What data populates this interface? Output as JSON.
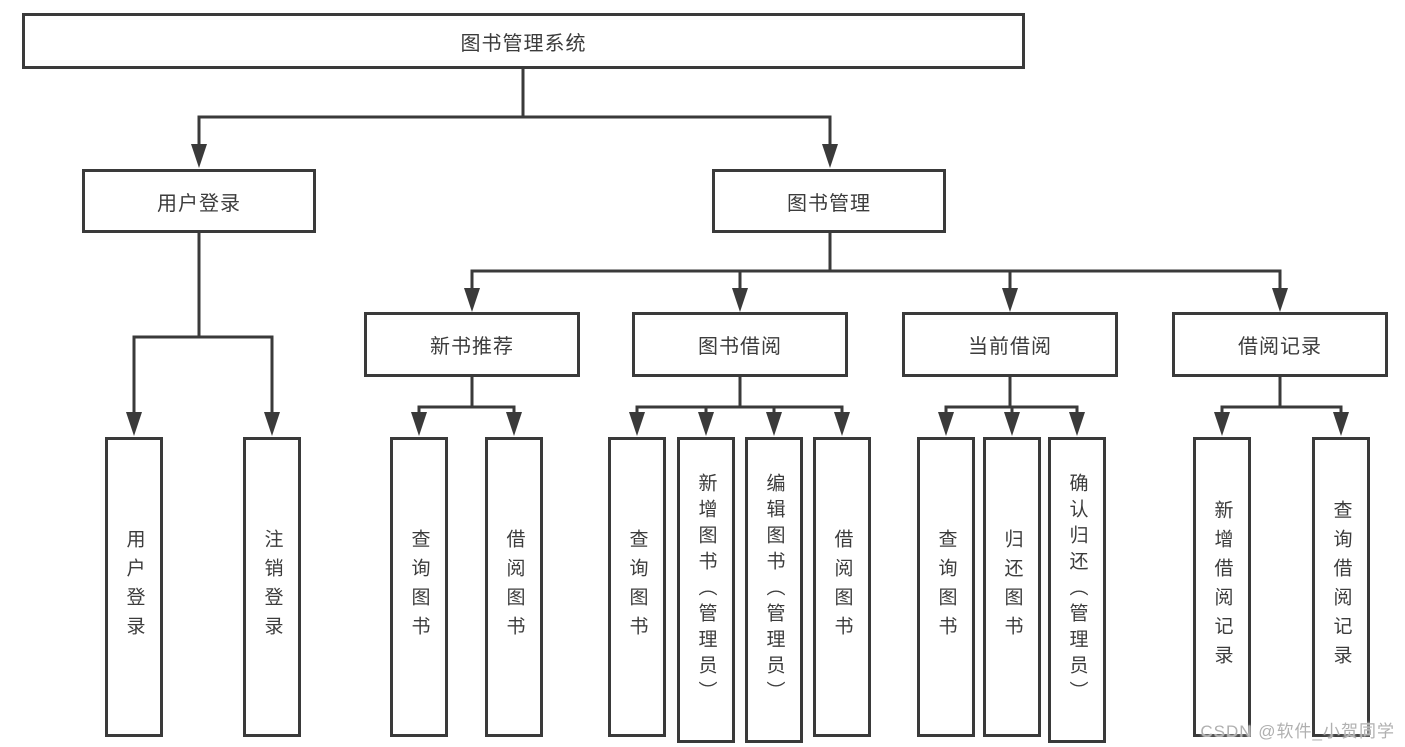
{
  "diagram_title": "图书管理系统",
  "colors": {
    "line": "#3a3a3a",
    "box_border": "#3a3a3a",
    "text": "#3c3c3c",
    "watermark": "#b0b0b0",
    "background": "#ffffff"
  },
  "nodes": {
    "root": "图书管理系统",
    "user_login": "用户登录",
    "book_management": "图书管理",
    "new_book_recommend": "新书推荐",
    "book_borrow": "图书借阅",
    "current_borrow": "当前借阅",
    "borrow_records": "借阅记录",
    "leaf_user_login": "用户登录",
    "leaf_logout": "注销登录",
    "leaf_rec_query_books": "查询图书",
    "leaf_rec_borrow_books": "借阅图书",
    "leaf_bor_query_books": "查询图书",
    "leaf_bor_add_books_admin": "新增图书（管理员）",
    "leaf_bor_edit_books_admin": "编辑图书（管理员）",
    "leaf_bor_borrow_books": "借阅图书",
    "leaf_cur_query_books": "查询图书",
    "leaf_cur_return_books": "归还图书",
    "leaf_cur_confirm_return_admin": "确认归还（管理员）",
    "leaf_rec2_add_record": "新增借阅记录",
    "leaf_rec2_query_record": "查询借阅记录"
  },
  "watermark": "CSDN @软件_小贺同学",
  "hierarchy": {
    "root": "图书管理系统",
    "children": [
      {
        "label": "用户登录",
        "children": [
          "用户登录",
          "注销登录"
        ]
      },
      {
        "label": "图书管理",
        "children": [
          {
            "label": "新书推荐",
            "children": [
              "查询图书",
              "借阅图书"
            ]
          },
          {
            "label": "图书借阅",
            "children": [
              "查询图书",
              "新增图书（管理员）",
              "编辑图书（管理员）",
              "借阅图书"
            ]
          },
          {
            "label": "当前借阅",
            "children": [
              "查询图书",
              "归还图书",
              "确认归还（管理员）"
            ]
          },
          {
            "label": "借阅记录",
            "children": [
              "新增借阅记录",
              "查询借阅记录"
            ]
          }
        ]
      }
    ]
  }
}
